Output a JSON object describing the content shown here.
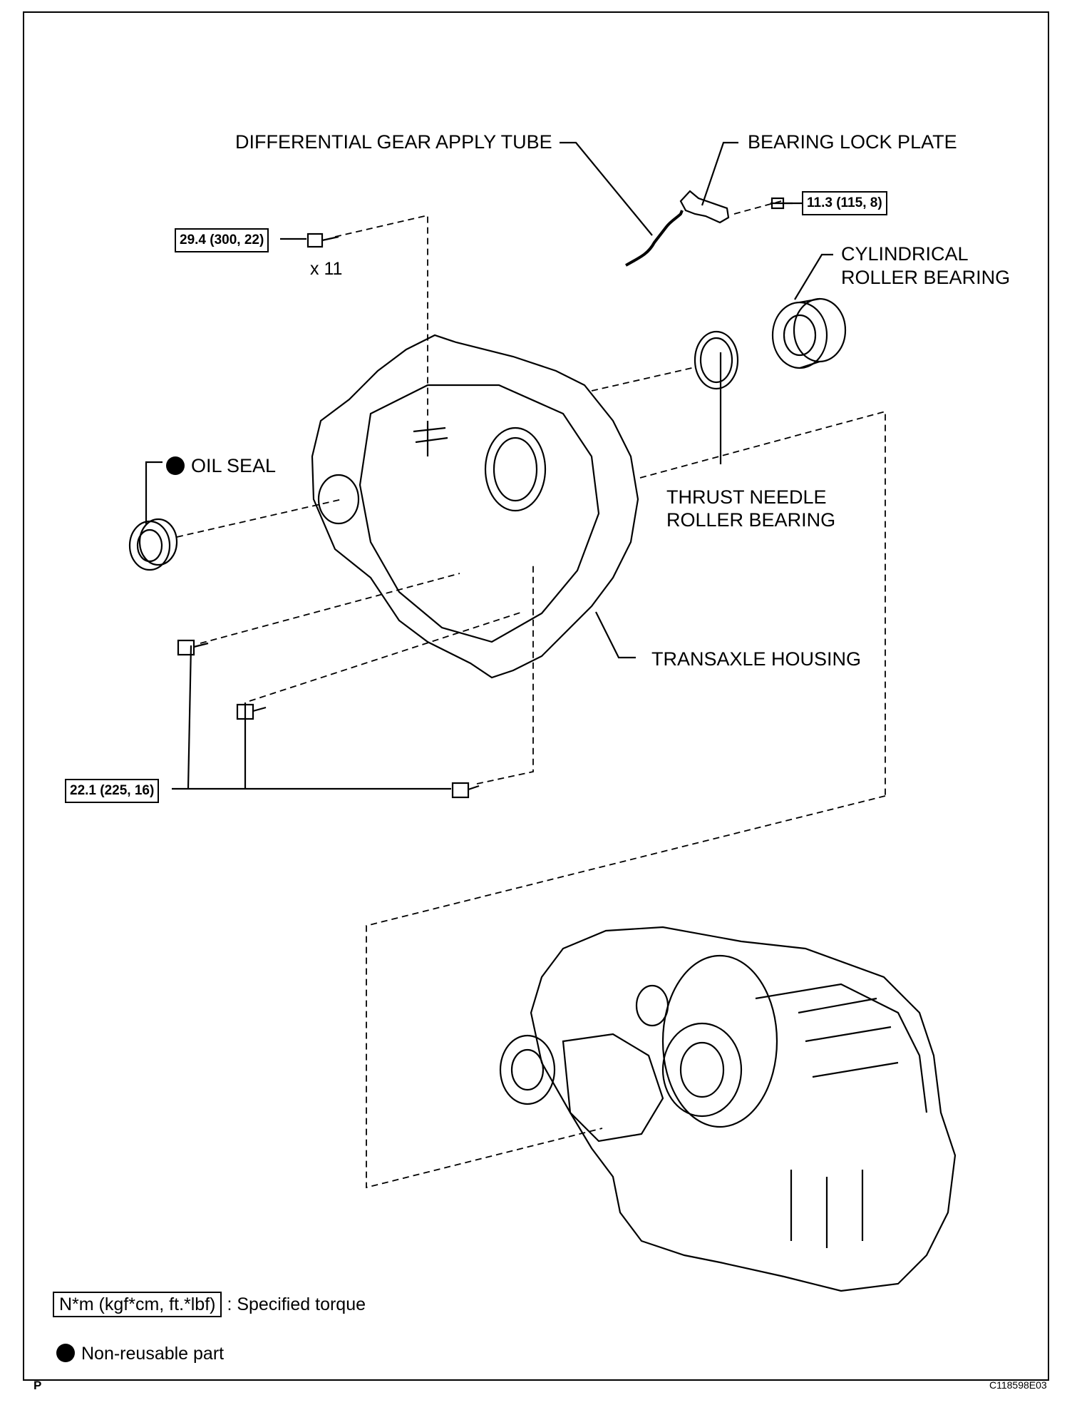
{
  "labels": {
    "diff_tube": "DIFFERENTIAL GEAR APPLY TUBE",
    "lock_plate": "BEARING LOCK PLATE",
    "cyl_bearing_1": "CYLINDRICAL",
    "cyl_bearing_2": "ROLLER BEARING",
    "oil_seal": "OIL SEAL",
    "thrust_1": "THRUST NEEDLE",
    "thrust_2": "ROLLER BEARING",
    "housing": "TRANSAXLE HOUSING",
    "qty": "x 11"
  },
  "torques": {
    "t1": "29.4 (300, 22)",
    "t2": "11.3 (115, 8)",
    "t3": "22.1 (225, 16)"
  },
  "legend": {
    "torque_unit": "N*m (kgf*cm, ft.*lbf)",
    "torque_desc": ": Specified torque",
    "nonreuse_desc": "Non-reusable part"
  },
  "footer": {
    "left": "P",
    "code": "C118598E03"
  }
}
